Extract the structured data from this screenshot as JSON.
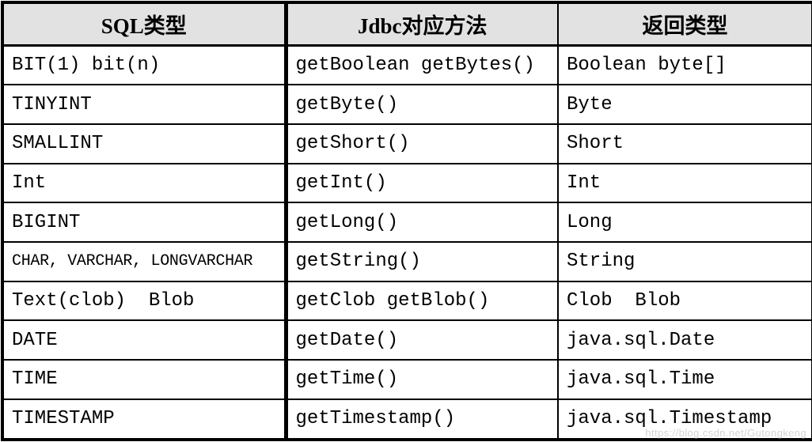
{
  "colors": {
    "border": "#000000",
    "header_bg": "#e2e2e2",
    "cell_bg": "#ffffff",
    "text": "#000000",
    "watermark": "#c9c9c9"
  },
  "watermark": {
    "text": "https://blog.csdn.net/Gutongkeng"
  },
  "table": {
    "headers": [
      "SQL类型",
      "Jdbc对应方法",
      "返回类型"
    ],
    "rows": [
      [
        "BIT(1) bit(n)",
        "getBoolean getBytes()",
        "Boolean byte[]"
      ],
      [
        "TINYINT",
        "getByte()",
        "Byte"
      ],
      [
        "SMALLINT",
        "getShort()",
        "Short"
      ],
      [
        "Int",
        "getInt()",
        "Int"
      ],
      [
        "BIGINT",
        "getLong()",
        "Long"
      ],
      [
        "CHAR, VARCHAR, LONGVARCHAR",
        "getString()",
        "String"
      ],
      [
        "Text(clob)  Blob",
        "getClob getBlob()",
        "Clob  Blob"
      ],
      [
        "DATE",
        "getDate()",
        "java.sql.Date"
      ],
      [
        "TIME",
        "getTime()",
        "java.sql.Time"
      ],
      [
        "TIMESTAMP",
        "getTimestamp()",
        "java.sql.Timestamp"
      ]
    ]
  }
}
